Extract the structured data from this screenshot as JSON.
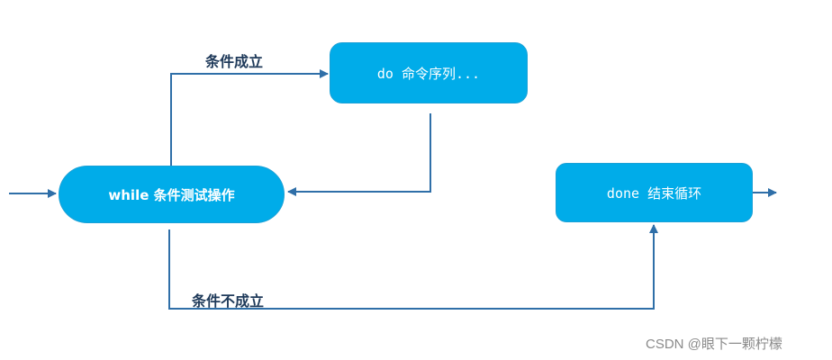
{
  "nodes": {
    "while": "while 条件测试操作",
    "do": "do 命令序列...",
    "done": "done 结束循环"
  },
  "edge_labels": {
    "condition_true": "条件成立",
    "condition_false": "条件不成立"
  },
  "watermark": "CSDN @眼下一颗柠檬",
  "colors": {
    "node_fill": "#00ace9",
    "arrow": "#2f6fa8",
    "label_text": "#1f3a5a"
  }
}
